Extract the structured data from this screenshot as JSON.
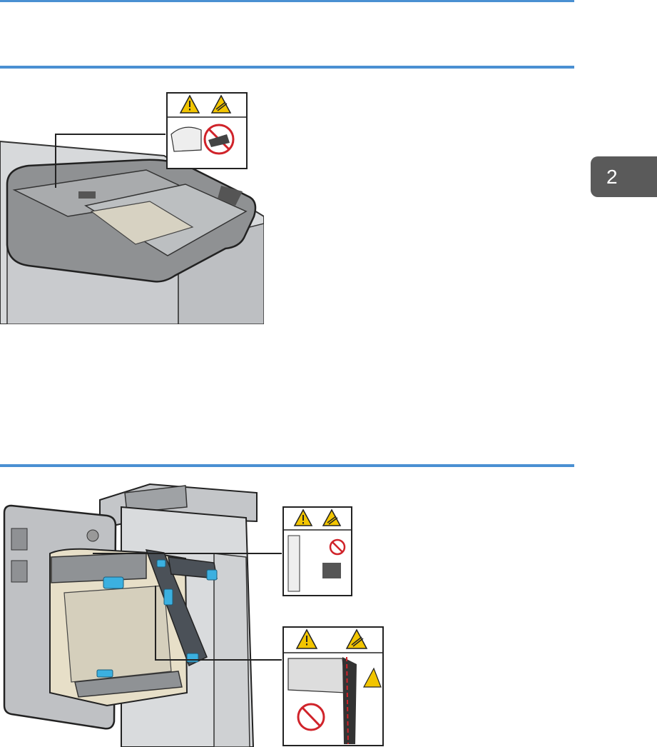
{
  "page": {
    "chapter_tab": "2",
    "colors": {
      "rule": "#4a90d2",
      "tab": "#5a5a5a",
      "warning_yellow": "#f2c500",
      "prohibition_red": "#d0232a",
      "accent_blue": "#3bb0e0"
    }
  },
  "figures": [
    {
      "name": "adf-illustration",
      "icons": [
        "warning-triangle-icon",
        "hot-surface-icon",
        "no-touch-icon"
      ]
    },
    {
      "name": "finisher-illustration",
      "icons": [
        "warning-triangle-icon",
        "hot-surface-icon",
        "no-touch-icon"
      ]
    }
  ]
}
